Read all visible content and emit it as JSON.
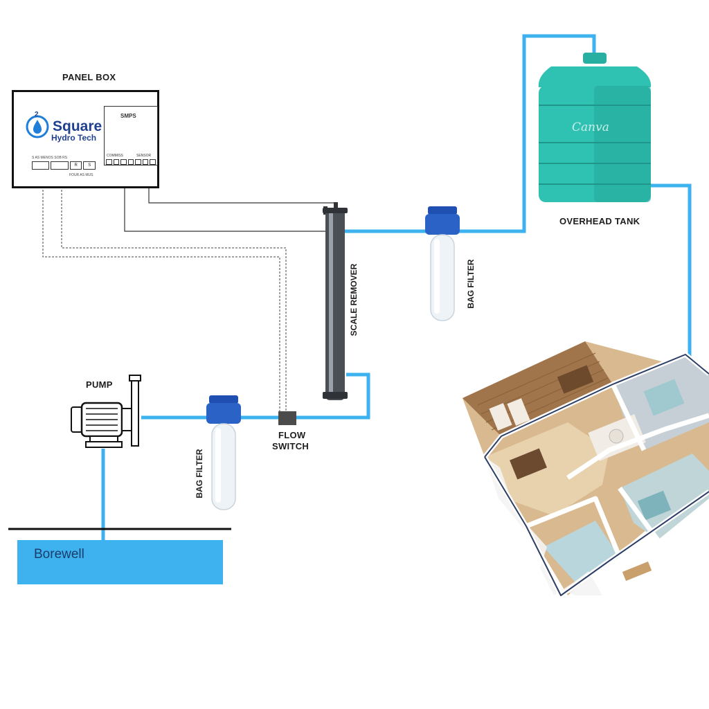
{
  "diagram": {
    "panel_box": {
      "title": "PANEL BOX",
      "brand_mark": "b",
      "brand_superscript": "2",
      "brand_name": "Square",
      "brand_sub": "Hydro Tech",
      "smps_label": "SMPS",
      "smps_left_caption": "COMMISS",
      "smps_right_caption": "SENSOR",
      "controls_caption": "S AS MENOS SOB RS",
      "controls_sub_caption": "FOUR AS MUS",
      "button_a": "R",
      "button_b": "S"
    },
    "pump_label": "PUMP",
    "bag_filter_1_label": "BAG FILTER",
    "flow_switch_label_1": "FLOW",
    "flow_switch_label_2": "SWITCH",
    "scale_remover_label": "SCALE REMOVER",
    "bag_filter_2_label": "BAG FILTER",
    "overhead_tank_label": "OVERHEAD TANK",
    "tank_watermark": "Canva",
    "borewell_label": "Borewell"
  },
  "colors": {
    "pipe": "#3db2ef",
    "tank": "#2fc1b2",
    "filter_cap": "#1f4fb0",
    "wire": "#333333"
  }
}
